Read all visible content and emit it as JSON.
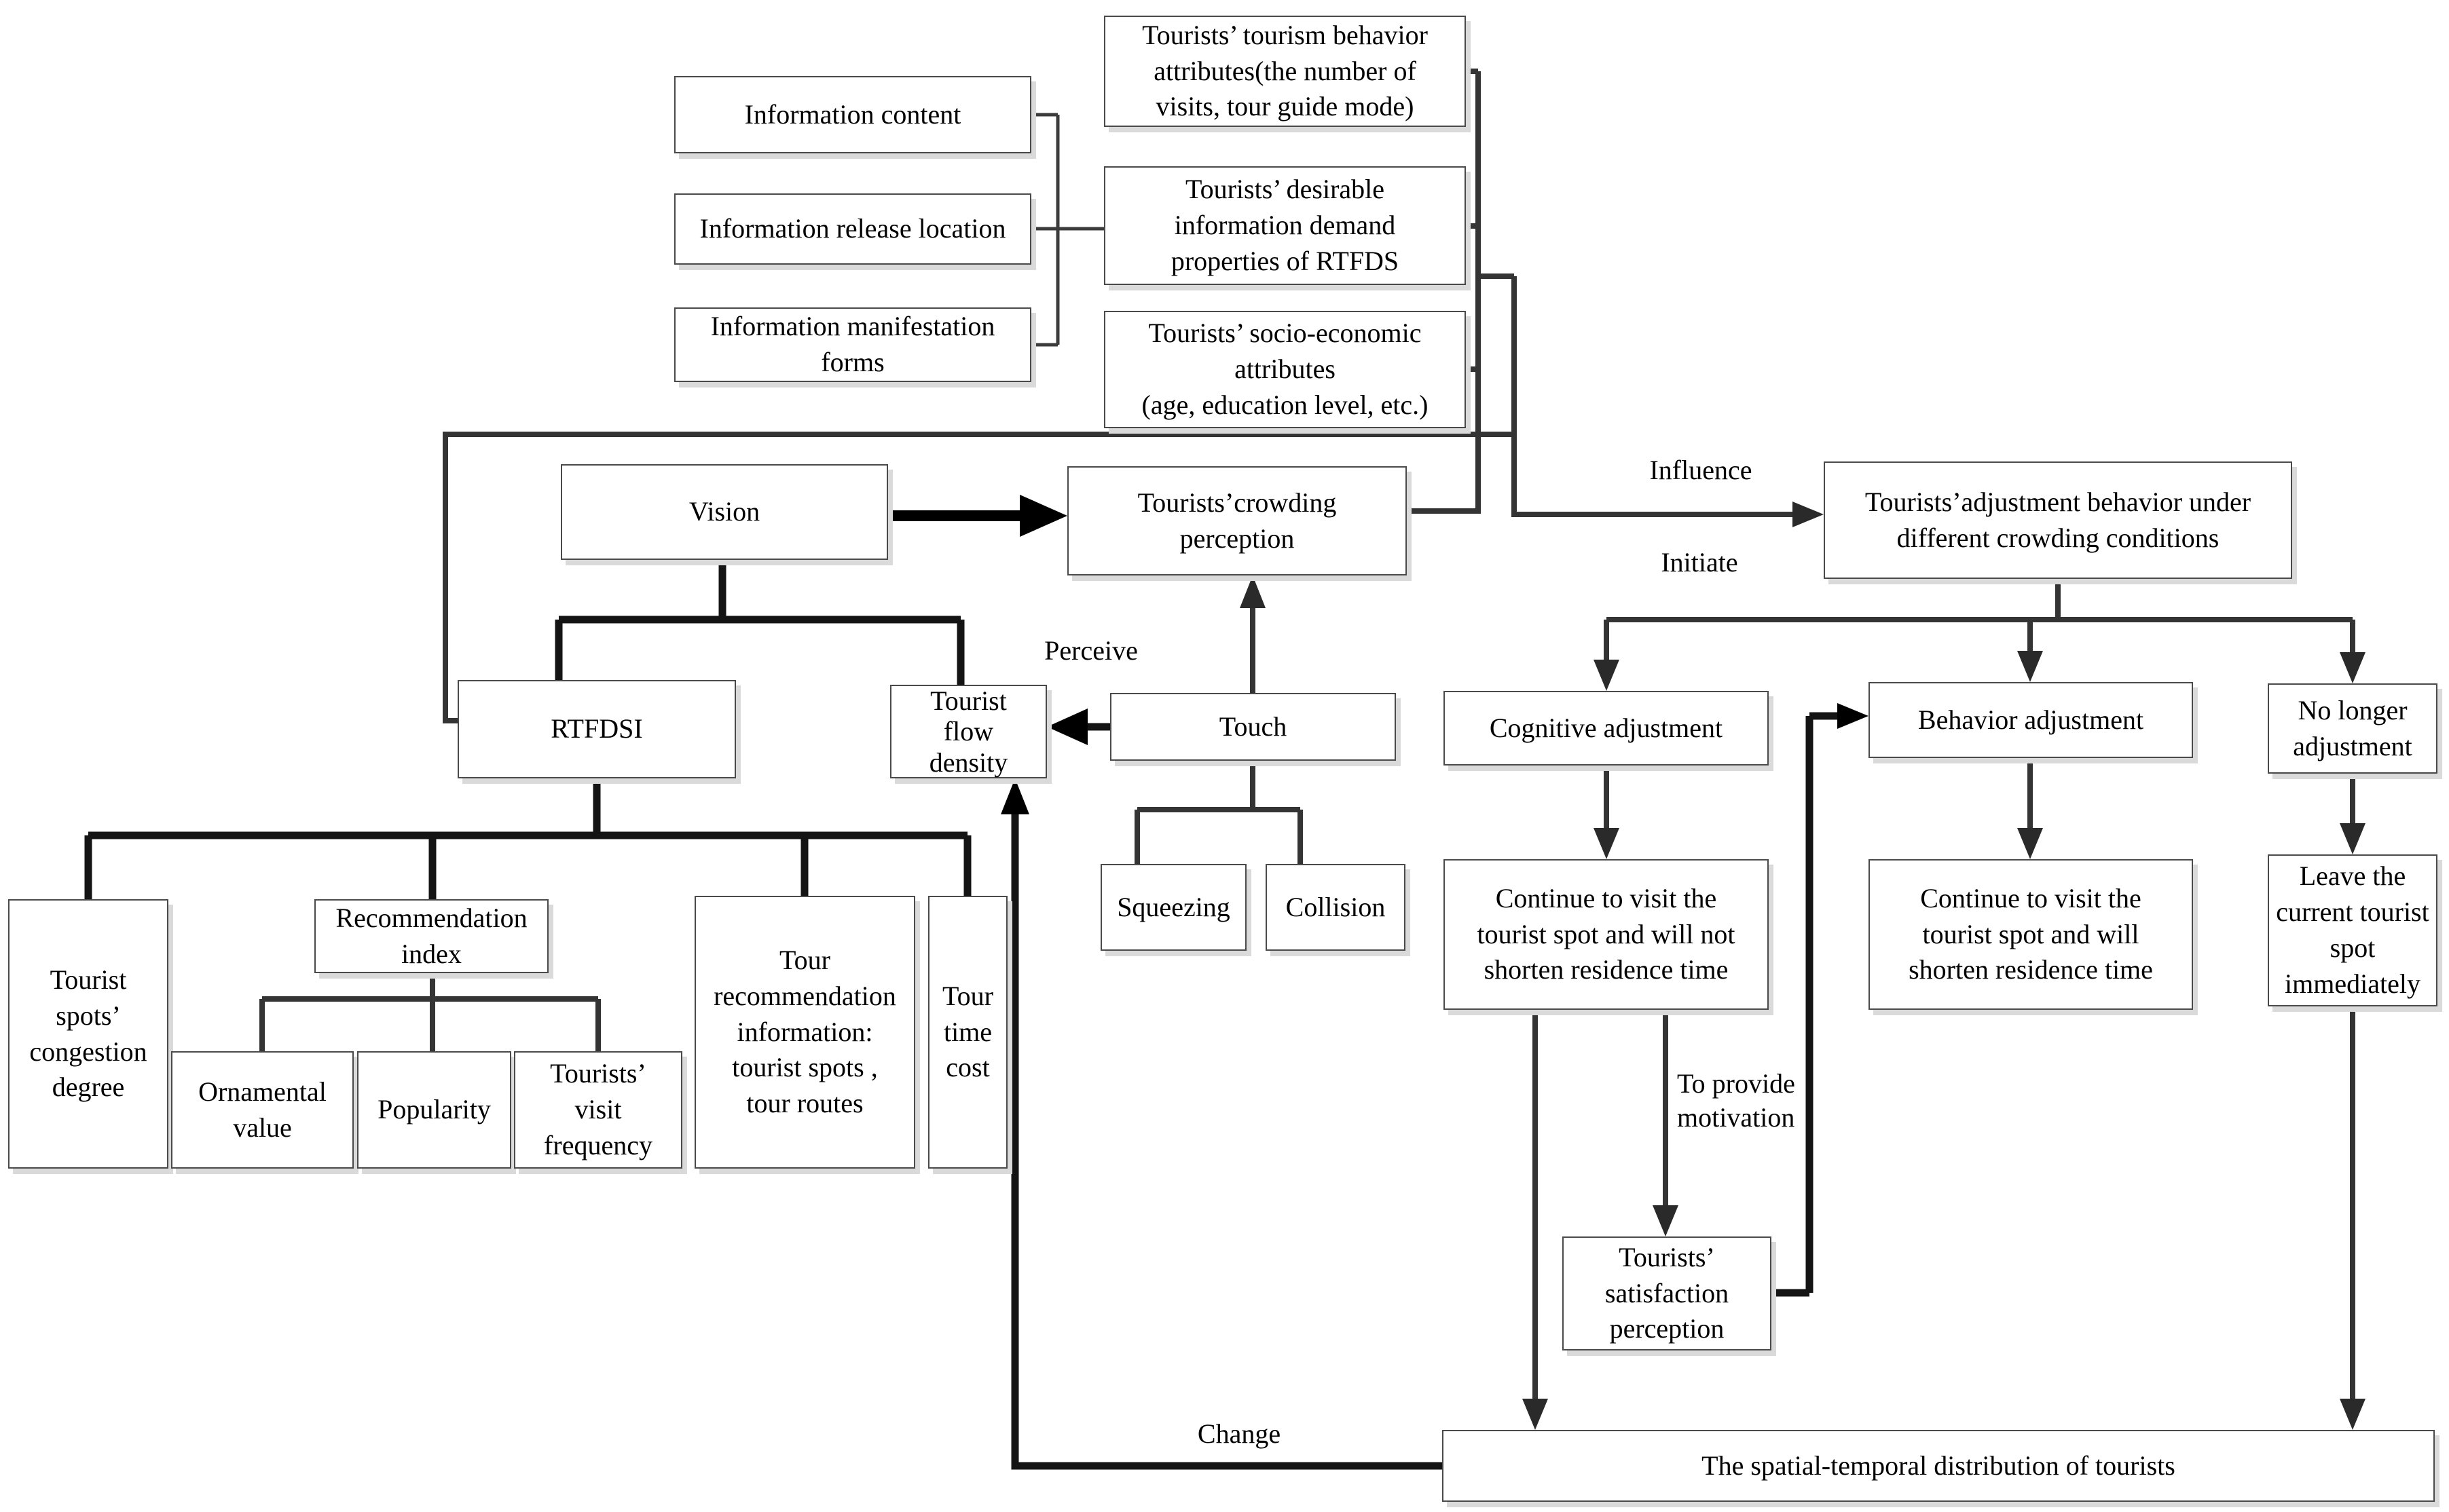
{
  "nodes": {
    "information_content": {
      "label": "Information content"
    },
    "information_release": {
      "label": "Information release location"
    },
    "information_forms": {
      "label": "Information manifestation\nforms"
    },
    "behavior_attributes": {
      "label": "Tourists’ tourism behavior\nattributes(the number of\nvisits, tour guide mode)"
    },
    "desirable_information": {
      "label": "Tourists’ desirable\ninformation demand\nproperties of RTFDS"
    },
    "socio_economic": {
      "label": "Tourists’ socio-economic\nattributes\n(age, education level, etc.)"
    },
    "vision": {
      "label": "Vision"
    },
    "crowding_perception": {
      "label": "Tourists’crowding\nperception"
    },
    "adjustment_behavior": {
      "label": "Tourists’adjustment behavior under\ndifferent crowding conditions"
    },
    "rtfdsi": {
      "label": "RTFDSI"
    },
    "tourist_flow_density": {
      "label": "Tourist\nflow\ndensity"
    },
    "touch": {
      "label": "Touch"
    },
    "cognitive_adjustment": {
      "label": "Cognitive adjustment"
    },
    "behavior_adjustment": {
      "label": "Behavior adjustment"
    },
    "no_longer_adjustment": {
      "label": "No longer\nadjustment"
    },
    "congestion_degree": {
      "label": "Tourist\nspots’\ncongestion\ndegree"
    },
    "recommendation_index": {
      "label": "Recommendation\nindex"
    },
    "ornamental_value": {
      "label": "Ornamental\nvalue"
    },
    "popularity": {
      "label": "Popularity"
    },
    "visit_frequency": {
      "label": "Tourists’\nvisit\nfrequency"
    },
    "tour_recommendation": {
      "label": "Tour\nrecommendation\ninformation:\ntourist spots ,\ntour routes"
    },
    "tour_time_cost": {
      "label": "Tour\ntime\ncost"
    },
    "squeezing": {
      "label": "Squeezing"
    },
    "collision": {
      "label": "Collision"
    },
    "continue_not_shorten": {
      "label": "Continue to visit the\ntourist spot and will not\nshorten residence time"
    },
    "continue_shorten": {
      "label": "Continue to visit the\ntourist spot and will\nshorten residence time"
    },
    "leave_immediately": {
      "label": "Leave the\ncurrent tourist\nspot\nimmediately"
    },
    "satisfaction": {
      "label": "Tourists’\nsatisfaction\nperception"
    },
    "distribution": {
      "label": "The spatial-temporal distribution of tourists"
    }
  },
  "edge_labels": {
    "influence": "Influence",
    "initiate": "Initiate",
    "perceive": "Perceive",
    "to_provide_motivation": "To provide\nmotivation",
    "change": "Change"
  },
  "edges": [
    {
      "from": "information_content",
      "to": "desirable_information"
    },
    {
      "from": "information_release",
      "to": "desirable_information"
    },
    {
      "from": "information_forms",
      "to": "desirable_information"
    },
    {
      "from": "behavior_attributes",
      "to": "crowding_perception",
      "label": ""
    },
    {
      "from": "desirable_information",
      "to": "crowding_perception",
      "label": ""
    },
    {
      "from": "socio_economic",
      "to": "crowding_perception",
      "label": ""
    },
    {
      "from": "behavior_attributes",
      "to": "adjustment_behavior",
      "label": "Influence / Initiate"
    },
    {
      "from": "desirable_information",
      "to": "rtfdsi",
      "label": ""
    },
    {
      "from": "vision",
      "to": "crowding_perception",
      "label": ""
    },
    {
      "from": "vision",
      "to": "rtfdsi",
      "label": ""
    },
    {
      "from": "vision",
      "to": "tourist_flow_density",
      "label": ""
    },
    {
      "from": "touch",
      "to": "crowding_perception",
      "label": "Perceive"
    },
    {
      "from": "touch",
      "to": "tourist_flow_density",
      "label": ""
    },
    {
      "from": "touch",
      "to": "squeezing",
      "label": ""
    },
    {
      "from": "touch",
      "to": "collision",
      "label": ""
    },
    {
      "from": "adjustment_behavior",
      "to": "cognitive_adjustment",
      "label": ""
    },
    {
      "from": "adjustment_behavior",
      "to": "behavior_adjustment",
      "label": ""
    },
    {
      "from": "adjustment_behavior",
      "to": "no_longer_adjustment",
      "label": ""
    },
    {
      "from": "cognitive_adjustment",
      "to": "continue_not_shorten",
      "label": ""
    },
    {
      "from": "behavior_adjustment",
      "to": "continue_shorten",
      "label": ""
    },
    {
      "from": "no_longer_adjustment",
      "to": "leave_immediately",
      "label": ""
    },
    {
      "from": "continue_not_shorten",
      "to": "satisfaction",
      "label": "To provide motivation"
    },
    {
      "from": "satisfaction",
      "to": "behavior_adjustment",
      "label": ""
    },
    {
      "from": "continue_not_shorten",
      "to": "distribution",
      "label": ""
    },
    {
      "from": "leave_immediately",
      "to": "distribution",
      "label": ""
    },
    {
      "from": "distribution",
      "to": "tourist_flow_density",
      "label": "Change"
    },
    {
      "from": "rtfdsi",
      "to": "congestion_degree",
      "label": ""
    },
    {
      "from": "rtfdsi",
      "to": "recommendation_index",
      "label": ""
    },
    {
      "from": "rtfdsi",
      "to": "tour_recommendation",
      "label": ""
    },
    {
      "from": "rtfdsi",
      "to": "tour_time_cost",
      "label": ""
    },
    {
      "from": "recommendation_index",
      "to": "ornamental_value",
      "label": ""
    },
    {
      "from": "recommendation_index",
      "to": "popularity",
      "label": ""
    },
    {
      "from": "recommendation_index",
      "to": "visit_frequency",
      "label": ""
    }
  ],
  "colors": {
    "line": "#3c3c3c",
    "thick_line": "#141414",
    "box_border": "#4a4a4a",
    "box_shadow": "#dadada",
    "text": "#000000",
    "background": "#ffffff"
  }
}
